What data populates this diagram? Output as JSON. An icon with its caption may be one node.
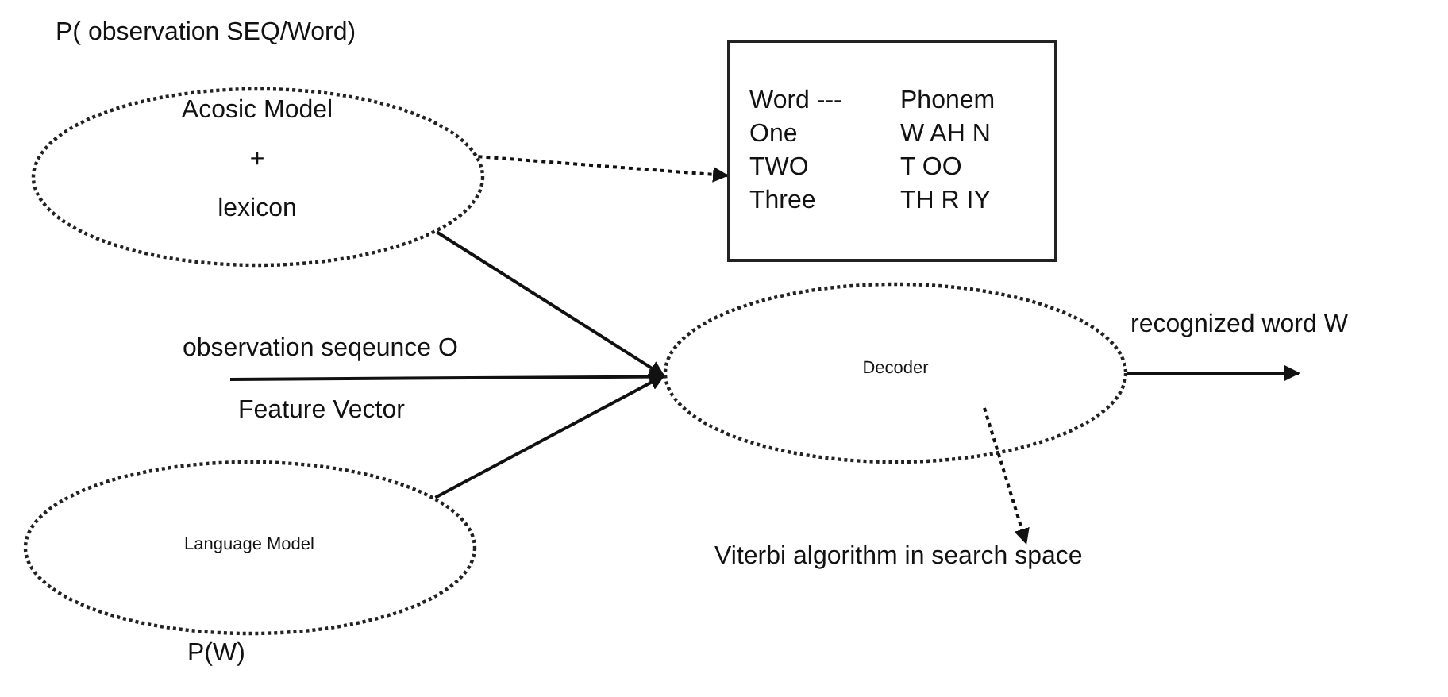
{
  "diagram": {
    "nodes": [
      {
        "text": [
          "Acosic Model",
          "+",
          "lexicon"
        ],
        "beside": [
          "P( observation SEQ/Word)"
        ]
      },
      {
        "text": [
          "Word ---",
          "Phonem",
          "One",
          "W AH N",
          "TWO",
          "T OO",
          "Three",
          "TH R IY"
        ]
      },
      {
        "text": [
          "Decoder"
        ]
      },
      {
        "text": [
          "Language Model"
        ],
        "beside": [
          "P(W)"
        ]
      },
      {
        "text": [
          "Viterbi algorithm in search space"
        ]
      }
    ],
    "edges": [
      {
        "from": 0,
        "to": 1,
        "arrow": "to",
        "style": "dashed"
      },
      {
        "from": 0,
        "to": 2,
        "arrow": "to"
      },
      {
        "from": null,
        "to": 2,
        "arrow": "to",
        "label": "observation seqeunce O"
      },
      {
        "from": 3,
        "to": 2,
        "arrow": "to"
      },
      {
        "from": 2,
        "to": null,
        "arrow": "to",
        "label": "recognized word W"
      },
      {
        "from": 2,
        "to": 4,
        "arrow": "to",
        "style": "dashed"
      }
    ],
    "labels": [
      "Feature Vector"
    ]
  }
}
